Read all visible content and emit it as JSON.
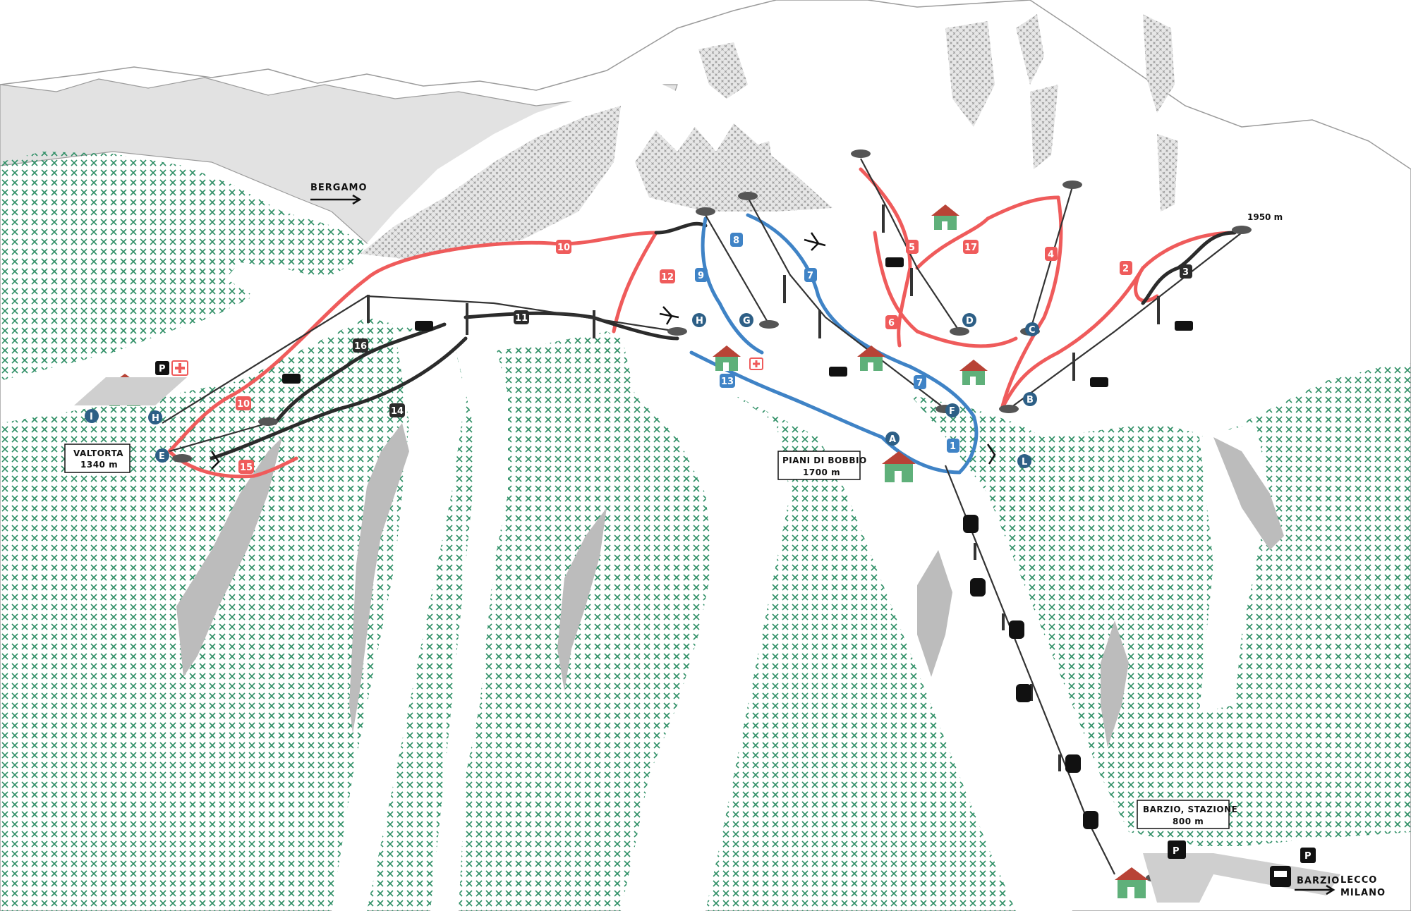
{
  "colors": {
    "red_run": "#ef5b5b",
    "blue_run": "#3f83c6",
    "black_run": "#2b2b2b",
    "lift_line": "#333333",
    "forest": "#2f8f66",
    "rock": "#b5b5b5",
    "hut_wall": "#5fb07a",
    "hut_roof": "#b84336"
  },
  "labels": {
    "bergamo": "BERGAMO",
    "valtorta_name": "VALTORTA",
    "valtorta_alt": "1340 m",
    "bobbio_name": "PIANI DI BOBBIO",
    "bobbio_alt": "1700 m",
    "barzio_name": "BARZIO, STAZIONE",
    "barzio_alt": "800 m",
    "peak_alt": "1950 m",
    "barzio_bus": "BARZIO",
    "lecco": "LECCO",
    "milano": "MILANO",
    "parking": "P"
  },
  "runs": {
    "r10": "10",
    "r10b": "10",
    "r12": "12",
    "r15": "15",
    "r16": "16",
    "r11": "11",
    "r14": "14",
    "r8": "8",
    "r9": "9",
    "r7": "7",
    "r7b": "7",
    "r13": "13",
    "r1": "1",
    "r5": "5",
    "r6": "6",
    "r17": "17",
    "r4": "4",
    "r2": "2",
    "r3": "3"
  },
  "lifts": {
    "A": "A",
    "B": "B",
    "C": "C",
    "D": "D",
    "E": "E",
    "F": "F",
    "G": "G",
    "H": "H",
    "H2": "H",
    "I": "I",
    "L": "L"
  },
  "icons": [
    "hut-icon",
    "parking-icon",
    "first-aid-icon",
    "skier-icon",
    "chairlift-icon",
    "gondola-icon",
    "bus-icon",
    "arrow-right-icon"
  ]
}
